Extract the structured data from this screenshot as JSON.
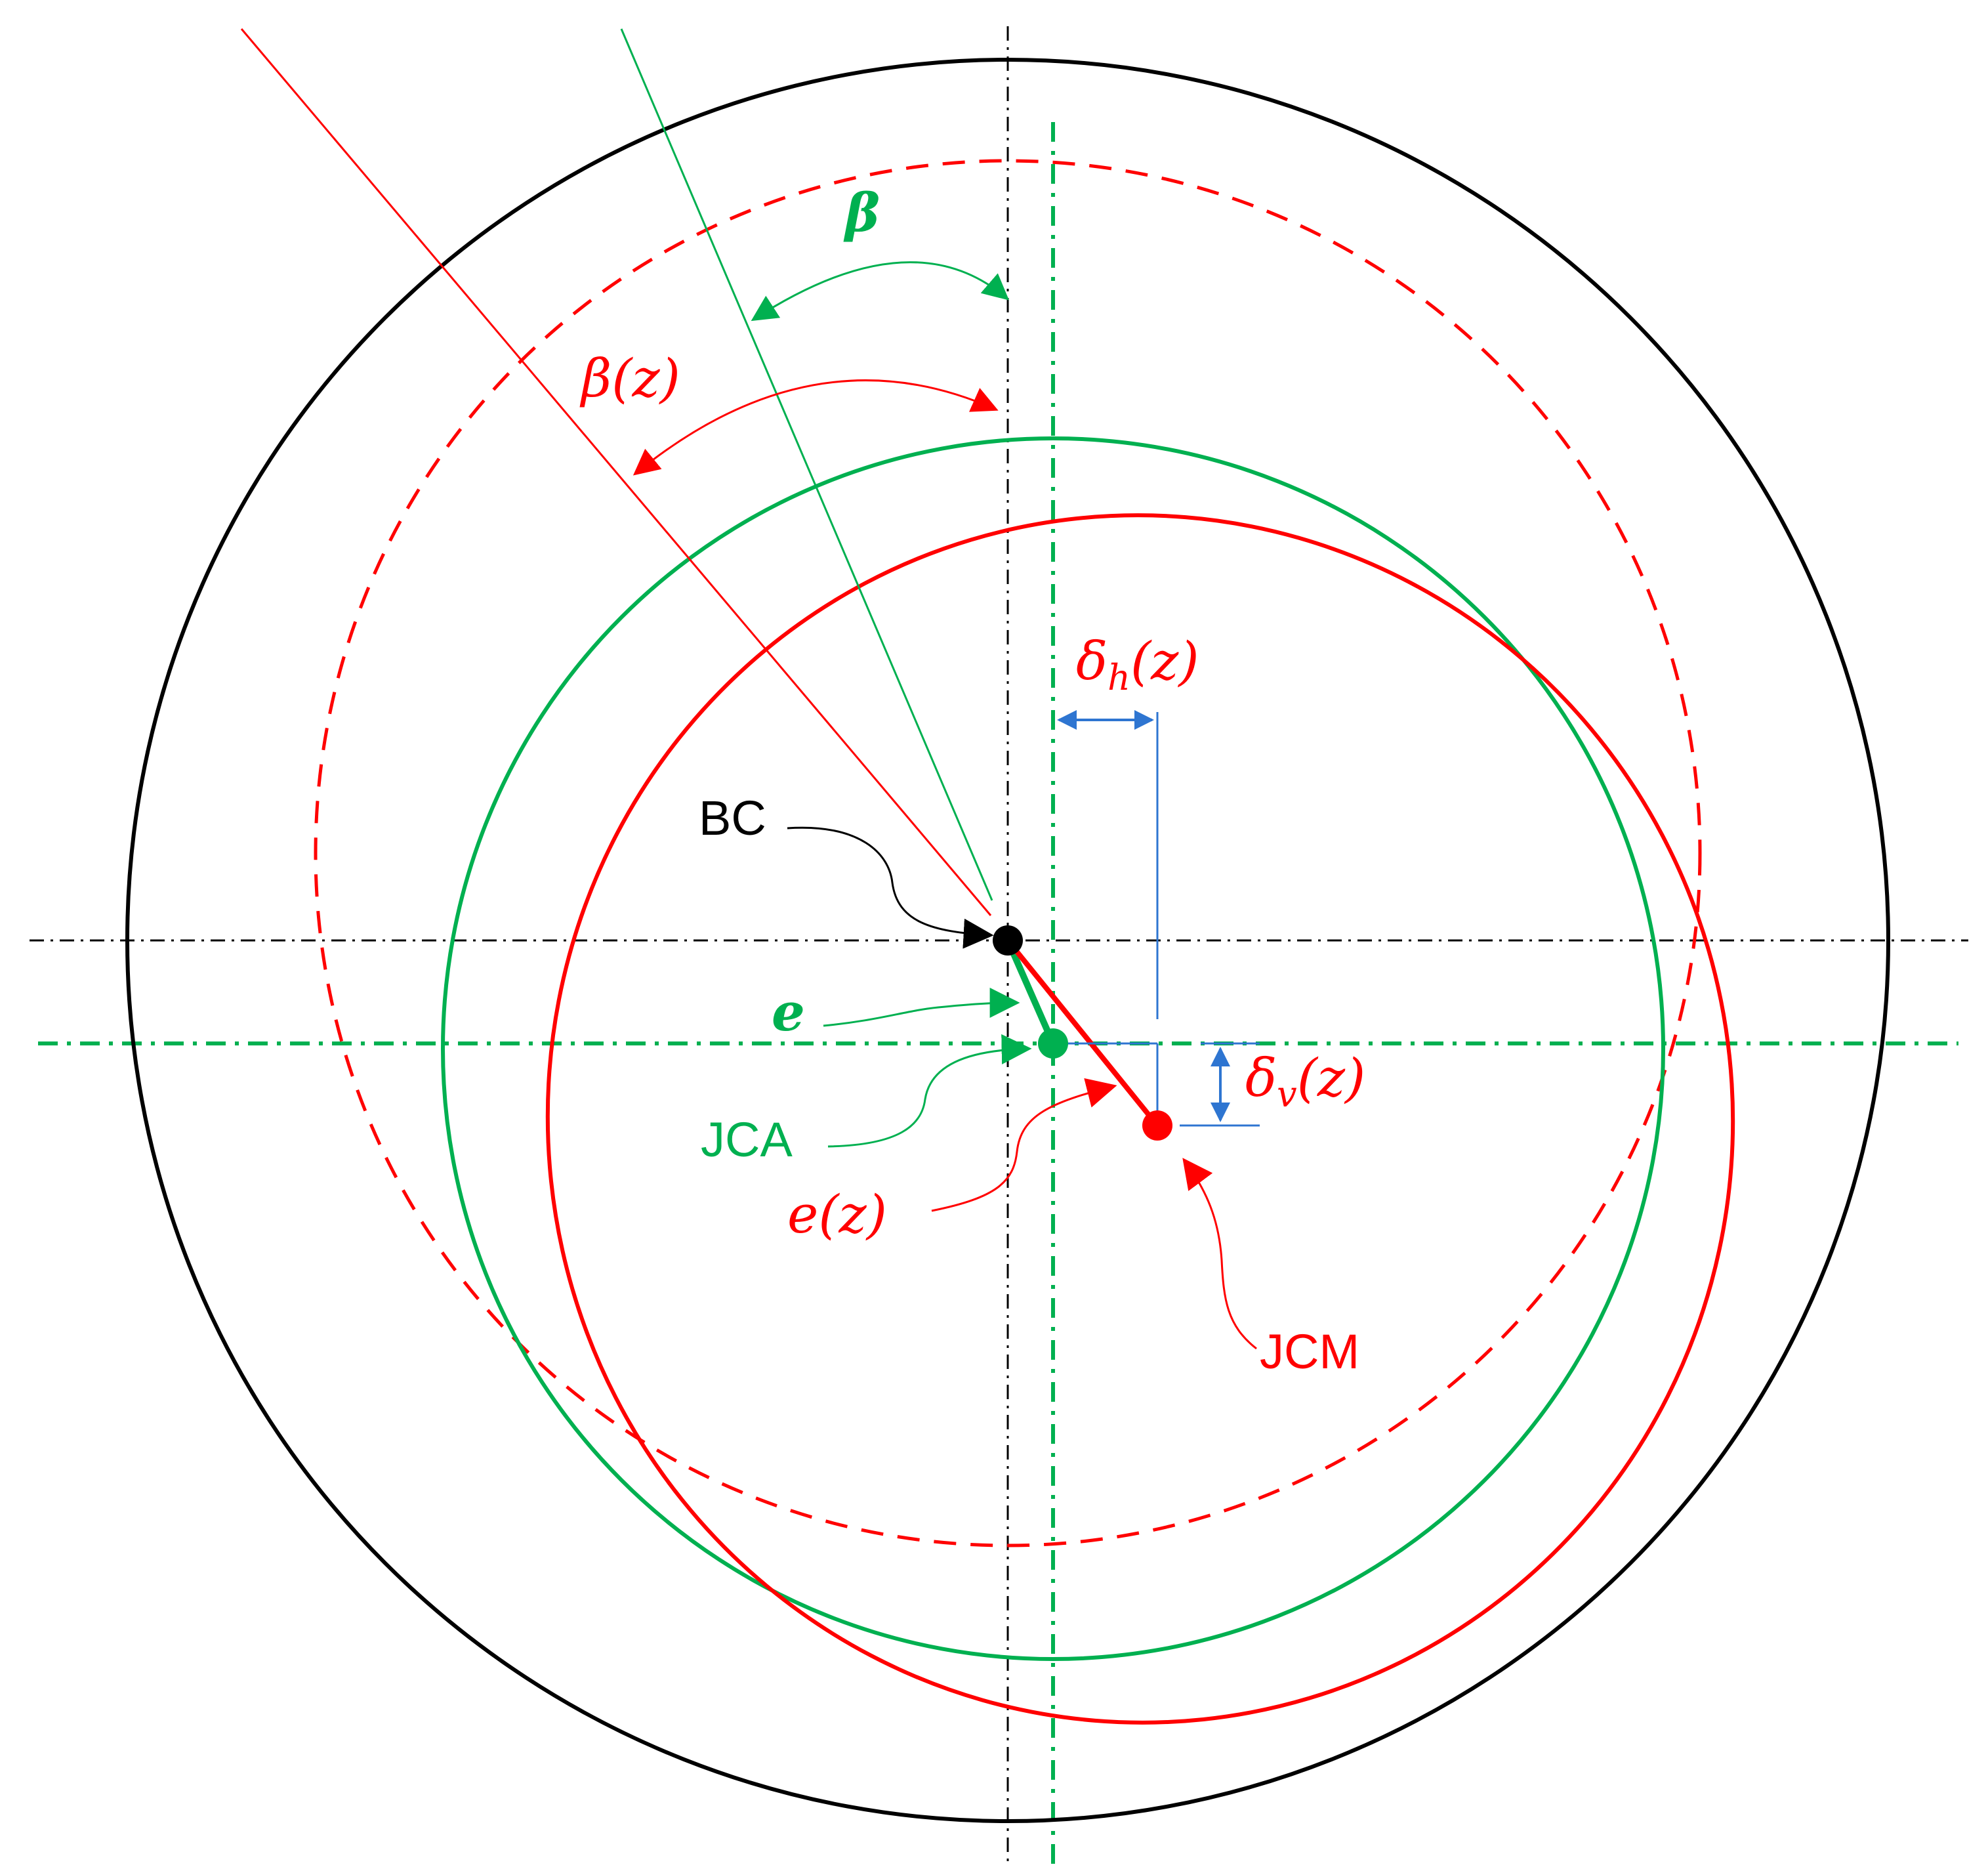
{
  "labels": {
    "bc": "BC",
    "e": "e",
    "jca": "JCA",
    "e_z_sym": "e",
    "e_z_arg": "(z)",
    "jcm": "JCM",
    "beta": "β",
    "beta_z_sym": "β",
    "beta_z_arg": "(z)",
    "delta_h_sym": "δ",
    "delta_h_sub": "h",
    "delta_h_arg": "(z)",
    "delta_v_sym": "δ",
    "delta_v_sub": "v",
    "delta_v_arg": "(z)"
  },
  "colors": {
    "black": "#000000",
    "green": "#00b050",
    "red": "#ff0000",
    "blue": "#2e75d1"
  }
}
